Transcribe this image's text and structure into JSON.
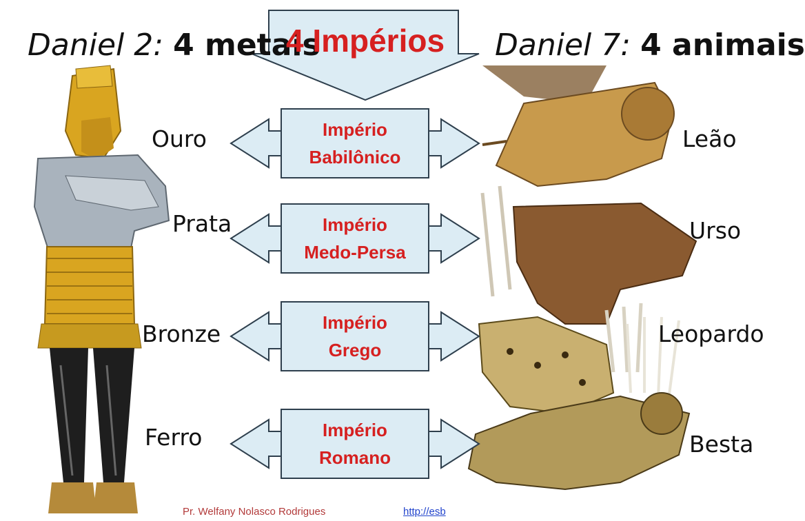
{
  "header": {
    "left_label": "Daniel 2:",
    "left_value": "4 metais",
    "center_title": "4 Impérios",
    "right_label": "Daniel 7:",
    "right_value": "4 animais"
  },
  "rows": [
    {
      "metal": "Ouro",
      "empire_line1": "Império",
      "empire_line2": "Babilônico",
      "animal": "Leão"
    },
    {
      "metal": "Prata",
      "empire_line1": "Império",
      "empire_line2": "Medo-Persa",
      "animal": "Urso"
    },
    {
      "metal": "Bronze",
      "empire_line1": "Império",
      "empire_line2": "Grego",
      "animal": "Leopardo"
    },
    {
      "metal": "Ferro",
      "empire_line1": "Império",
      "empire_line2": "Romano",
      "animal": "Besta"
    }
  ],
  "footer": {
    "author": "Pr. Welfany Nolasco Rodrigues",
    "url": "http://esb"
  },
  "colors": {
    "empire_text": "#d62020",
    "arrow_fill": "#dcecf4",
    "arrow_stroke": "#2e3f4d",
    "gold": "#d9a520",
    "silver": "#a9b3bd",
    "bronze": "#b07a2a",
    "iron": "#1e1e1e"
  }
}
